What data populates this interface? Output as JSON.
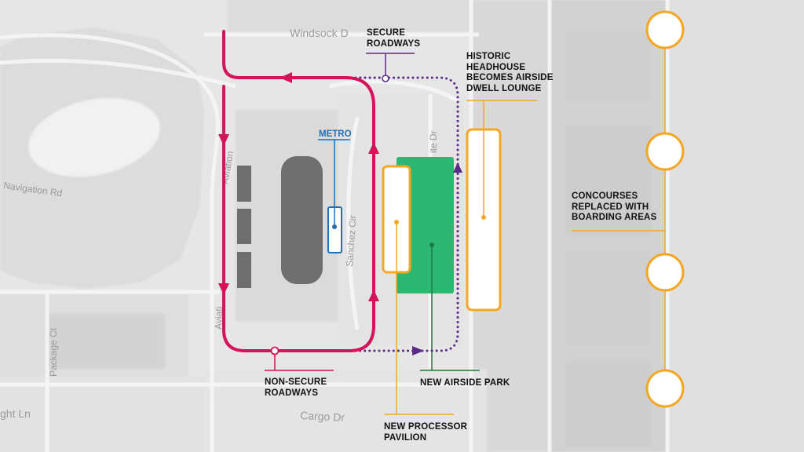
{
  "streets": {
    "windsock": "Windsock D",
    "navigation": "Navigation Rd",
    "aviation": "Aviation",
    "aviation_lower": "Aviati",
    "sanchez": "Sanchez Cir",
    "package": "Package Ct",
    "flight": "ght Ln",
    "cargo": "Cargo Dr",
    "service": "ite Dr"
  },
  "labels": {
    "secure_line1": "SECURE",
    "secure_line2": "ROADWAYS",
    "historic_line1": "HISTORIC",
    "historic_line2": "HEADHOUSE",
    "historic_line3": "BECOMES AIRSIDE",
    "historic_line4": "DWELL LOUNGE",
    "metro": "METRO",
    "concourses_line1": "CONCOURSES",
    "concourses_line2": "REPLACED WITH",
    "concourses_line3": "BOARDING AREAS",
    "nonsecure_line1": "NON-SECURE",
    "nonsecure_line2": "ROADWAYS",
    "airside_park": "NEW AIRSIDE PARK",
    "processor_line1": "NEW PROCESSOR",
    "processor_line2": "PAVILION"
  },
  "colors": {
    "non_secure_road": "#d4145a",
    "secure_road": "#5b2a86",
    "processor": "#f5a623",
    "headhouse": "#f5a623",
    "concourse": "#f5a623",
    "airside_park": "#2db872",
    "airside_park_leader": "#1e7a44",
    "metro": "#1d6fb8",
    "building": "#6f6f6f"
  }
}
